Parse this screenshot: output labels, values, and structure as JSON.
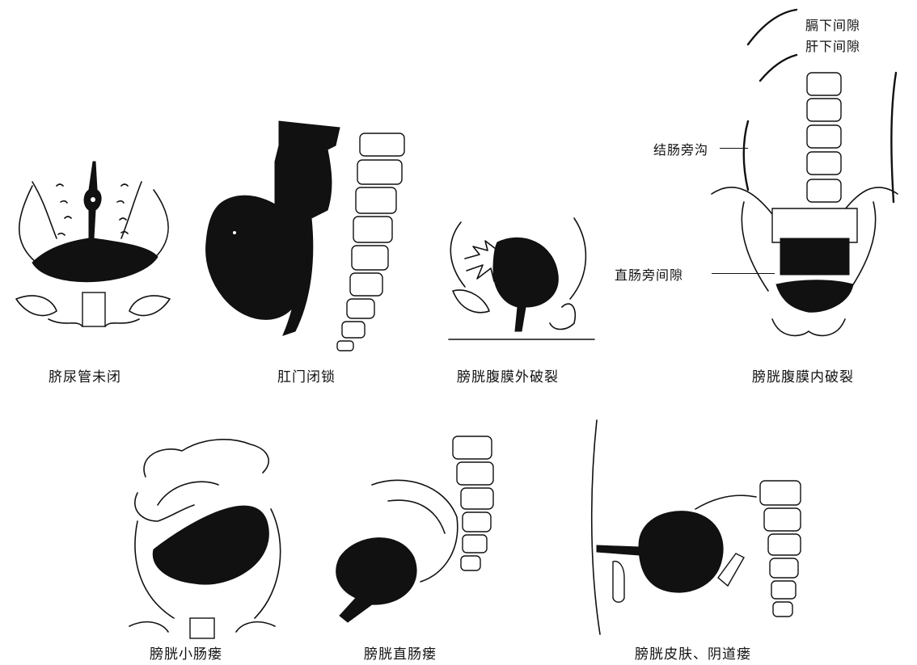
{
  "figures": [
    {
      "id": "urachus",
      "caption": "脐尿管未闭"
    },
    {
      "id": "anal-atresia",
      "caption": "肛门闭锁"
    },
    {
      "id": "extraperitoneal-rupture",
      "caption": "膀胱腹膜外破裂"
    },
    {
      "id": "intraperitoneal-rupture",
      "caption": "膀胱腹膜内破裂",
      "labels": {
        "subphrenic": "膈下间隙",
        "subhepatic": "肝下间隙",
        "paracolic": "结肠旁沟",
        "pararectal": "直肠旁间隙"
      }
    },
    {
      "id": "vesico-intestinal-fistula",
      "caption": "膀胱小肠瘘"
    },
    {
      "id": "vesico-rectal-fistula",
      "caption": "膀胱直肠瘘"
    },
    {
      "id": "vesico-cutaneous-vaginal-fistula",
      "caption": "膀胱皮肤、阴道瘘"
    }
  ]
}
